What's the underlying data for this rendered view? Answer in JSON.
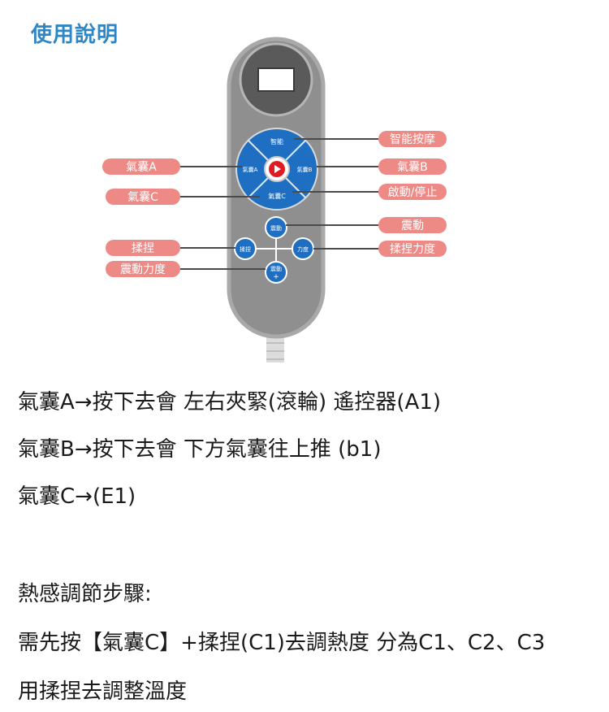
{
  "header": {
    "title": "使用說明"
  },
  "remote": {
    "buttons": {
      "smart": "智能",
      "airbag_a": "氣囊A",
      "airbag_b": "氣囊B",
      "airbag_c": "氣囊C",
      "vibration": "震動",
      "knead": "揉捏",
      "strength": "力度",
      "vibration_plus": "震動"
    },
    "callouts": {
      "airbag_a": "氣囊A",
      "airbag_c": "氣囊C",
      "knead": "揉捏",
      "vibration_strength": "震動力度",
      "smart_massage": "智能按摩",
      "airbag_b": "氣囊B",
      "start_stop": "啟動/停止",
      "vibration": "震動",
      "knead_strength": "揉捏力度"
    },
    "colors": {
      "body": "#8c8c8c",
      "button_blue": "#1e6fc2",
      "play_red": "#e21b23",
      "callout_pink": "#ee8a86"
    }
  },
  "instructions": {
    "line1": "氣囊A→按下去會 左右夾緊(滾輪) 遙控器(A1)",
    "line2": "氣囊B→按下去會 下方氣囊往上推 (b1)",
    "line3": "氣囊C→(E1)",
    "line4": "熱感調節步驟:",
    "line5": "需先按【氣囊C】+揉捏(C1)去調熱度 分為C1、C2、C3",
    "line6": "用揉捏去調整溫度"
  }
}
